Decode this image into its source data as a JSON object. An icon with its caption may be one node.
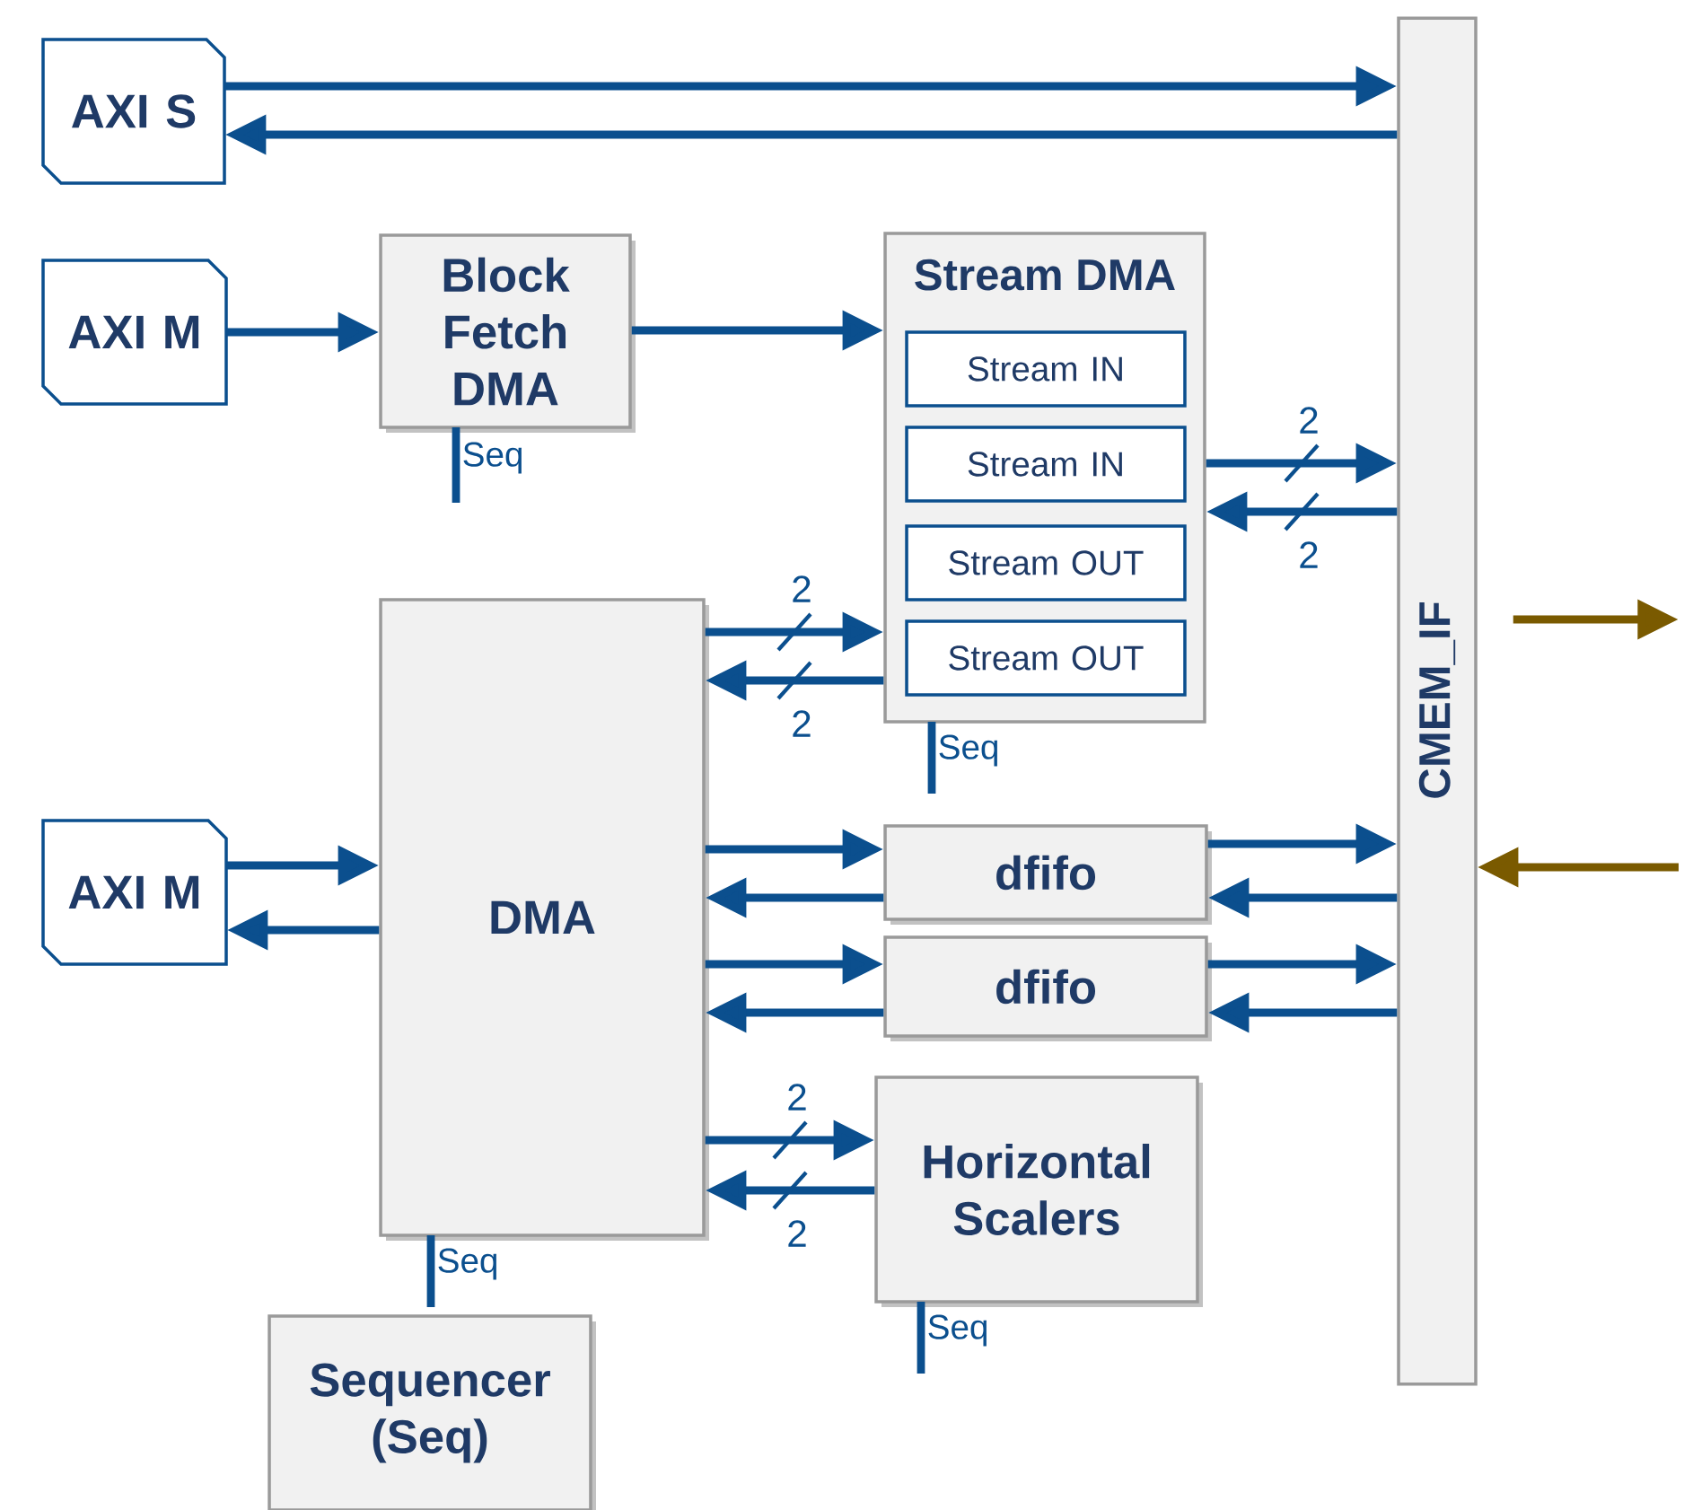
{
  "diagram": {
    "nodes": [
      {
        "text": [
          "AXI S"
        ]
      },
      {
        "text": [
          "AXI M"
        ]
      },
      {
        "text": [
          "Block Fetch DMA"
        ],
        "beside": [
          "Seq"
        ]
      },
      {
        "text": [
          "Stream DMA"
        ],
        "beside": [
          "Seq"
        ]
      },
      {
        "text": [
          "Stream IN"
        ],
        "in": 3
      },
      {
        "text": [
          "Stream IN"
        ],
        "in": 3
      },
      {
        "text": [
          "Stream OUT"
        ],
        "in": 3
      },
      {
        "text": [
          "Stream OUT"
        ],
        "in": 3
      },
      {
        "text": [
          "CMEM_IF"
        ]
      },
      {
        "text": [
          "AXI M"
        ]
      },
      {
        "text": [
          "DMA"
        ],
        "beside": [
          "Seq"
        ]
      },
      {
        "text": [
          "dfifo"
        ]
      },
      {
        "text": [
          "dfifo"
        ]
      },
      {
        "text": [
          "Horizontal Scalers"
        ],
        "beside": [
          "Seq"
        ]
      },
      {
        "text": [
          "Sequencer (Seq)"
        ]
      }
    ],
    "edges": [
      {
        "from": 0,
        "to": 8,
        "arrow": "to"
      },
      {
        "from": 8,
        "to": 0,
        "arrow": "to"
      },
      {
        "from": 1,
        "to": 2,
        "arrow": "to"
      },
      {
        "from": 2,
        "to": 3,
        "arrow": "to"
      },
      {
        "from": 3,
        "to": 8,
        "arrow": "to",
        "label": "2"
      },
      {
        "from": 8,
        "to": 3,
        "arrow": "to",
        "label": "2"
      },
      {
        "from": 10,
        "to": 3,
        "arrow": "to",
        "label": "2"
      },
      {
        "from": 3,
        "to": 10,
        "arrow": "to",
        "label": "2"
      },
      {
        "from": 9,
        "to": 10,
        "arrow": "to"
      },
      {
        "from": 10,
        "to": 9,
        "arrow": "to"
      },
      {
        "from": 10,
        "to": 11,
        "arrow": "to"
      },
      {
        "from": 11,
        "to": 10,
        "arrow": "to"
      },
      {
        "from": 11,
        "to": 8,
        "arrow": "to"
      },
      {
        "from": 8,
        "to": 11,
        "arrow": "to"
      },
      {
        "from": 10,
        "to": 12,
        "arrow": "to"
      },
      {
        "from": 12,
        "to": 10,
        "arrow": "to"
      },
      {
        "from": 12,
        "to": 8,
        "arrow": "to"
      },
      {
        "from": 8,
        "to": 12,
        "arrow": "to"
      },
      {
        "from": 10,
        "to": 13,
        "arrow": "to",
        "label": "2"
      },
      {
        "from": 13,
        "to": 10,
        "arrow": "to",
        "label": "2"
      },
      {
        "from": 8,
        "to": null,
        "arrow": "to",
        "color": "#7a5a00"
      },
      {
        "from": null,
        "to": 8,
        "arrow": "to",
        "color": "#7a5a00"
      }
    ]
  }
}
